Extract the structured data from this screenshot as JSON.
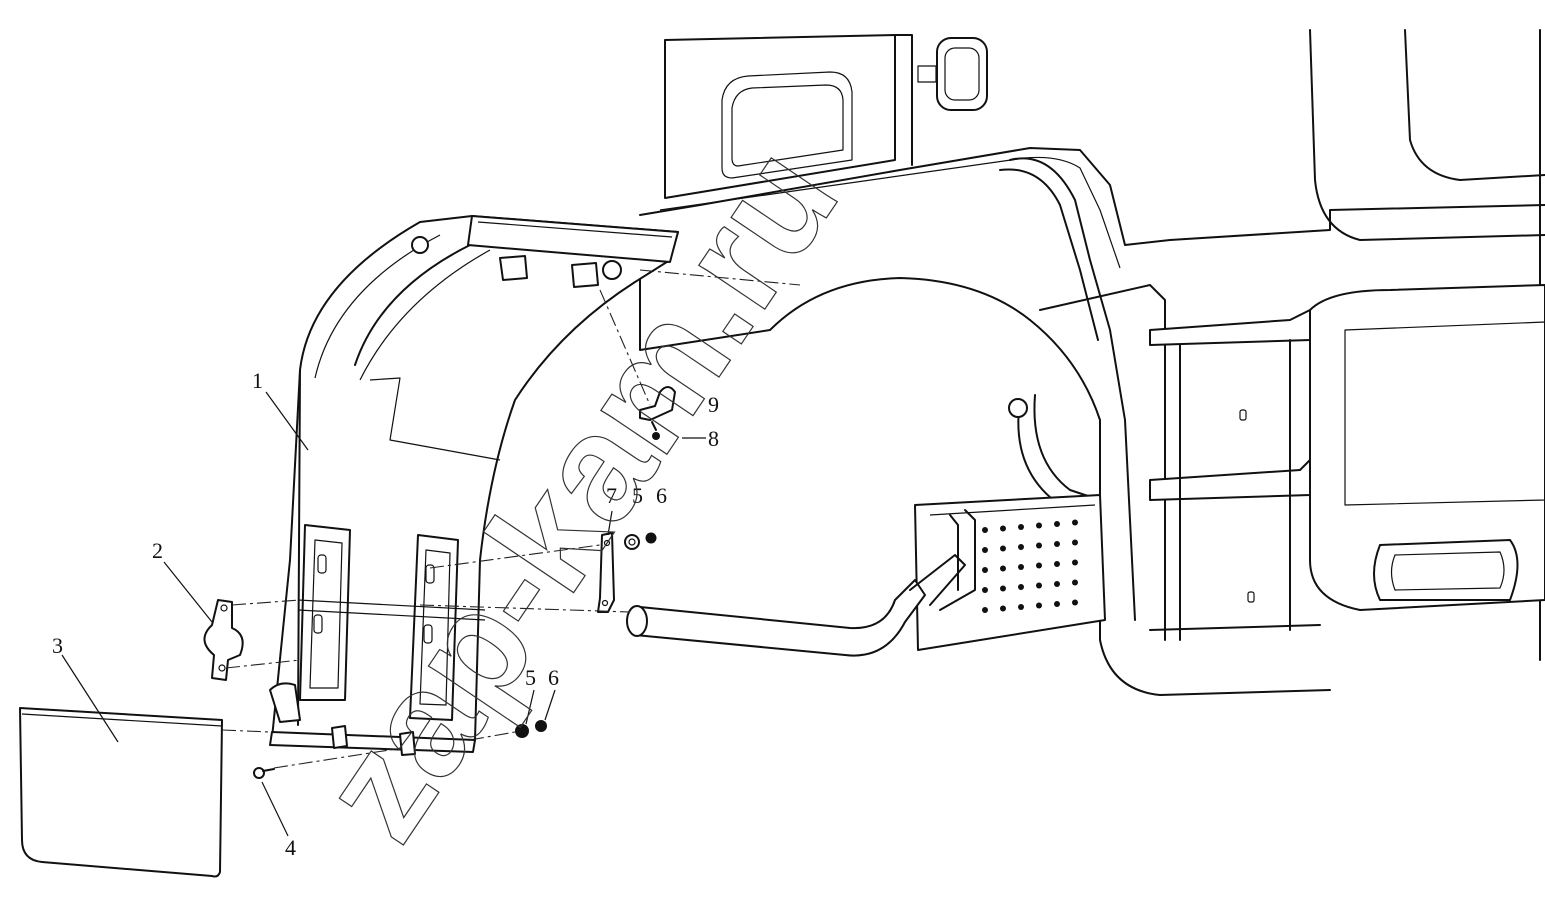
{
  "callouts": {
    "c1": "1",
    "c2": "2",
    "c3": "3",
    "c4": "4",
    "c5a": "5",
    "c6a": "6",
    "c7": "7",
    "c5b": "5",
    "c6b": "6",
    "c8": "8",
    "c9": "9"
  },
  "watermark": "zap-kam.ru",
  "colors": {
    "line": "#111111",
    "background": "#ffffff"
  }
}
